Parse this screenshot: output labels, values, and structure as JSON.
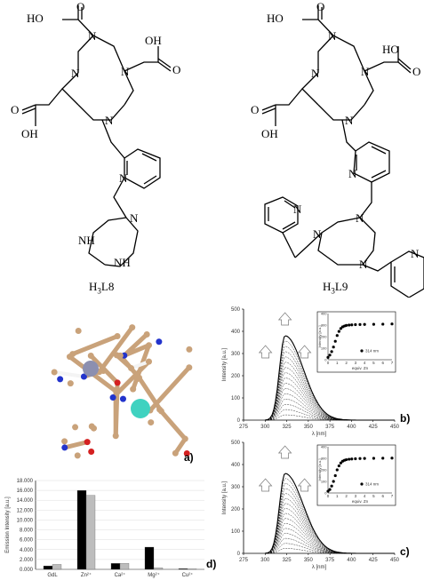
{
  "structures": {
    "left": {
      "label_main": "H",
      "label_sub": "3",
      "label_end": "L8",
      "atoms": {
        "n": "N",
        "nh": "NH",
        "oh": "OH",
        "ho": "HO",
        "o": "O"
      }
    },
    "right": {
      "label_main": "H",
      "label_sub": "3",
      "label_end": "L9",
      "atoms": {
        "n": "N",
        "oh": "OH",
        "ho": "HO",
        "o": "O"
      }
    }
  },
  "panels": {
    "a": "a)",
    "b": "b)",
    "c": "c)",
    "d": "d)"
  },
  "colors": {
    "carbon": "#c9a27a",
    "hydrogen": "#f4f4f4",
    "nitrogen": "#2233cc",
    "oxygen": "#d42020",
    "gadolinium": "#3fd2c0",
    "zinc": "#8c8fb0",
    "bar_black": "#000000",
    "bar_grey": "#bdbdbd",
    "curve": "#000000"
  },
  "chart_data": [
    {
      "panel": "b",
      "type": "line",
      "xlabel": "λ [nm]",
      "ylabel": "Intensity [a.u.]",
      "xlim": [
        275,
        450
      ],
      "ylim": [
        0,
        500
      ],
      "xticks": [
        275,
        300,
        325,
        350,
        375,
        400,
        425,
        450
      ],
      "yticks": [
        0,
        100,
        200,
        300,
        400,
        500
      ],
      "peak": 323,
      "peak_max": 380,
      "n_curves": 16,
      "inset": {
        "type": "scatter",
        "xlabel": "equiv. Zn",
        "ylabel": "Intensity [a.u.]",
        "legend": "314 nm",
        "xticks": [
          0,
          1,
          2,
          3,
          4,
          5,
          6,
          7
        ],
        "yticks": [
          0,
          100,
          200,
          300,
          400
        ],
        "xlim": [
          0,
          7
        ],
        "ylim": [
          0,
          400
        ],
        "x": [
          0,
          0.2,
          0.4,
          0.6,
          0.8,
          1.0,
          1.2,
          1.4,
          1.6,
          1.8,
          2.0,
          2.3,
          2.6,
          3.0,
          3.5,
          4.0,
          5.0,
          6.0,
          7.0
        ],
        "y": [
          20,
          40,
          70,
          110,
          160,
          210,
          245,
          270,
          285,
          292,
          297,
          300,
          302,
          304,
          305,
          306,
          307,
          308,
          310
        ]
      }
    },
    {
      "panel": "c",
      "type": "line",
      "xlabel": "λ [nm]",
      "ylabel": "Intensity [a.u.]",
      "xlim": [
        275,
        450
      ],
      "ylim": [
        0,
        500
      ],
      "xticks": [
        275,
        300,
        325,
        350,
        375,
        400,
        425,
        450
      ],
      "yticks": [
        0,
        100,
        200,
        300,
        400,
        500
      ],
      "peak": 323,
      "peak_max": 360,
      "n_curves": 16,
      "inset": {
        "type": "scatter",
        "xlabel": "equiv. Zn",
        "ylabel": "Intensity [a.u.]",
        "legend": "314 nm",
        "xticks": [
          0,
          1,
          2,
          3,
          4,
          5,
          6,
          7
        ],
        "yticks": [
          0,
          100,
          200,
          300,
          400
        ],
        "xlim": [
          0,
          7
        ],
        "ylim": [
          0,
          400
        ],
        "x": [
          0,
          0.2,
          0.4,
          0.6,
          0.8,
          1.0,
          1.2,
          1.4,
          1.6,
          1.8,
          2.0,
          2.3,
          2.6,
          3.0,
          3.5,
          4.0,
          5.0,
          6.0,
          7.0
        ],
        "y": [
          15,
          30,
          60,
          100,
          150,
          200,
          235,
          260,
          275,
          283,
          288,
          292,
          294,
          296,
          298,
          299,
          300,
          301,
          302
        ]
      }
    },
    {
      "panel": "d",
      "type": "bar",
      "ylabel": "Emission Intensity [a.u.]",
      "categories": [
        "GdL",
        "Zn²⁺",
        "Ca²⁺",
        "Mg²⁺",
        "Cu²⁺"
      ],
      "ylim": [
        0,
        18000
      ],
      "yticks": [
        "0.000",
        "2.000",
        "4.000",
        "6.000",
        "8.000",
        "10.000",
        "12.000",
        "14.000",
        "16.000",
        "18.000"
      ],
      "series": [
        {
          "values": [
            700,
            16000,
            1200,
            4500,
            150
          ]
        },
        {
          "values": [
            1000,
            15000,
            1200,
            300,
            100
          ]
        }
      ]
    }
  ]
}
